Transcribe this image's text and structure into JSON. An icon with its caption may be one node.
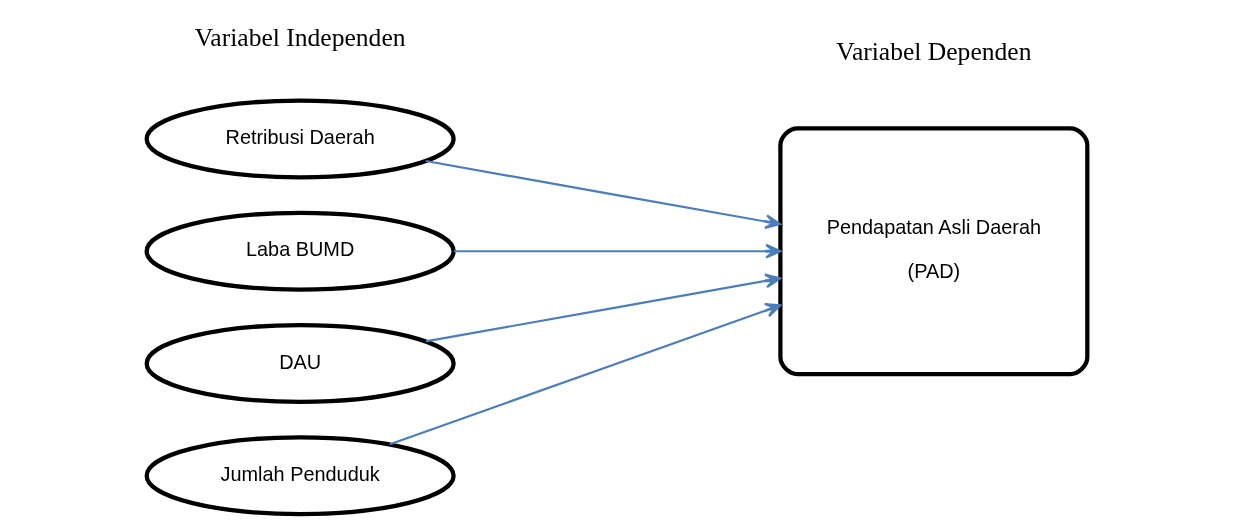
{
  "diagram": {
    "nodes": [
      {
        "text": [
          "Retribusi Daerah"
        ]
      },
      {
        "text": [
          "Laba BUMD"
        ]
      },
      {
        "text": [
          "DAU"
        ]
      },
      {
        "text": [
          "Jumlah Penduduk"
        ]
      },
      {
        "text": [
          "Pendapatan Asli Daerah",
          "(PAD)"
        ]
      }
    ],
    "edges": [
      {
        "from": 0,
        "to": 4,
        "arrow": "to"
      },
      {
        "from": 1,
        "to": 4,
        "arrow": "to"
      },
      {
        "from": 2,
        "to": 4,
        "arrow": "to"
      },
      {
        "from": 3,
        "to": 4,
        "arrow": "to"
      }
    ],
    "labels": [
      "Variabel Independen",
      "Variabel Dependen"
    ]
  }
}
